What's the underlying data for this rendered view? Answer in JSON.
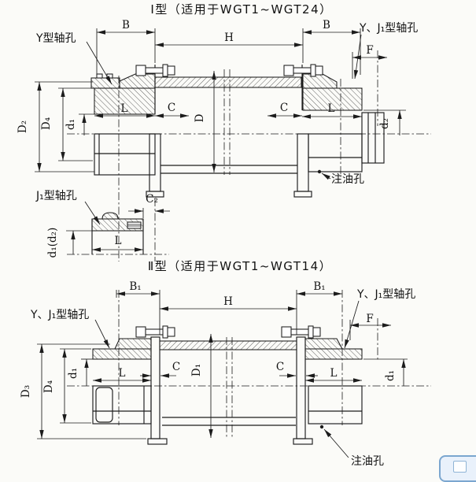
{
  "colors": {
    "line": "#1c1c1c",
    "paper": "#fbfbf8",
    "corner_border": "#7ba6cf",
    "corner_fill": "#e9f1fb"
  },
  "figure1": {
    "title": "Ⅰ型（适用于WGT1~WGT24）",
    "callout_y_bore": "Y型轴孔",
    "callout_yj1_bore": "Y、J₁型轴孔",
    "callout_oil_hole": "注油孔",
    "dims": {
      "B_left": "B",
      "H": "H",
      "B_right": "B",
      "F": "F",
      "L_left": "L",
      "C_left": "C",
      "D": "D",
      "C_right": "C",
      "L_right": "L",
      "D2": "D₂",
      "D4": "D₄",
      "d1": "d₁",
      "d2": "d₂"
    }
  },
  "inset": {
    "callout_j1_bore": "J₁型轴孔",
    "dims": {
      "C2": "C₂",
      "L": "L",
      "d1d2": "d₁(d₂)"
    }
  },
  "figure2": {
    "title": "Ⅱ型（适用于WGT1~WGT14）",
    "callout_yj1_left": "Y、J₁型轴孔",
    "callout_yj1_right": "Y、J₁型轴孔",
    "callout_oil_hole": "注油孔",
    "dims": {
      "B1_left": "B₁",
      "H": "H",
      "B1_right": "B₁",
      "F": "F",
      "L_left": "L",
      "C_left": "C",
      "D1": "D₁",
      "C_right": "C",
      "L_right": "L",
      "D3": "D₃",
      "D4": "D₄",
      "d1_left": "d₁",
      "d1_right": "d₁"
    }
  },
  "corner_widget": {
    "icon": "return-button"
  }
}
